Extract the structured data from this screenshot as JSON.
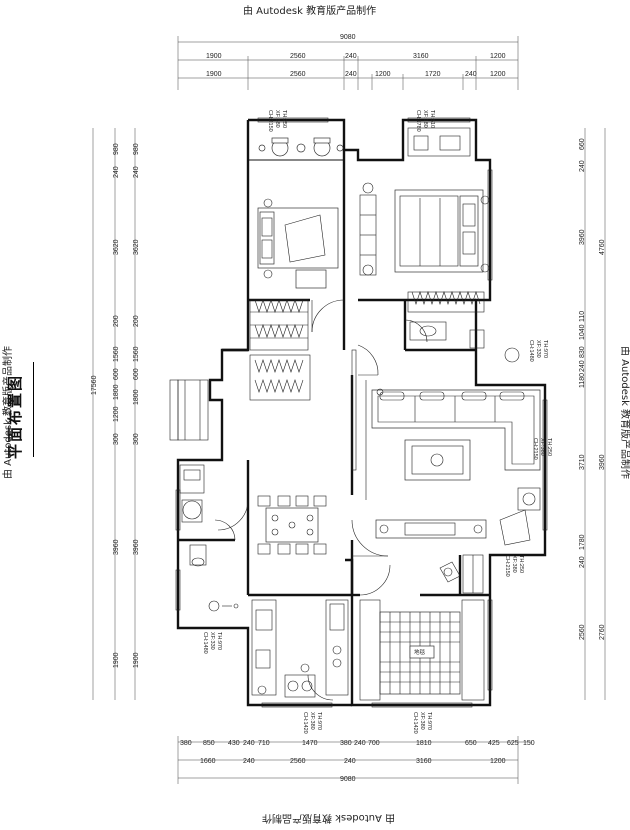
{
  "watermark": {
    "top": "由 Autodesk 教育版产品制作",
    "bottom": "由 Autodesk 教育版产品制作",
    "left": "由 Autodesk 教育版产品制作",
    "right": "由 Autodesk 教育版产品制作"
  },
  "drawing_title": "平面布置图",
  "dims": {
    "top_total": "9080",
    "top_row1": [
      "1900",
      "2560",
      "240",
      "3160",
      "1200"
    ],
    "top_row2": [
      "1900",
      "2560",
      "240",
      "1200",
      "1720",
      "240",
      "1200"
    ],
    "bottom_row1": [
      "380",
      "850",
      "430",
      "240",
      "710",
      "1470",
      "380",
      "240",
      "700",
      "1810",
      "650",
      "425",
      "625",
      "150"
    ],
    "bottom_row2": [
      "1660",
      "240",
      "2560",
      "240",
      "3160",
      "1200"
    ],
    "bottom_total": "9080",
    "left_outer": [
      "980",
      "240",
      "3620",
      "200",
      "1560",
      "600",
      "1800",
      "1200",
      "300",
      "3960",
      "1900"
    ],
    "left_inner": [
      "980",
      "240",
      "3620",
      "200",
      "1560",
      "600",
      "1800",
      "300",
      "3960",
      "1900"
    ],
    "left_total": "17560",
    "right_outer": [
      "4760",
      "3960",
      "2760"
    ],
    "right_inner": [
      "660",
      "240",
      "3960",
      "110",
      "1040",
      "830",
      "240",
      "1180",
      "3710",
      "1780",
      "240",
      "2560"
    ]
  },
  "room_labels": [
    [
      "TH:250",
      "XF:380",
      "CH:2150"
    ],
    [
      "TH:510",
      "XF:180",
      "CH:1780"
    ],
    [
      "TH:970",
      "XF:330",
      "CH:1480"
    ],
    [
      "TH:250",
      "XF:380",
      "CH:2150"
    ],
    [
      "TH:250",
      "XF:380",
      "CH:2150"
    ],
    [
      "TH:970",
      "XF:330",
      "CH:1480"
    ],
    [
      "TH:970",
      "XF:380",
      "CH:1420"
    ],
    [
      "TH:970",
      "XF:380",
      "CH:1420"
    ]
  ],
  "rug_label": "地毯",
  "icons": [
    "bed-icon",
    "sofa-icon",
    "dining-table-icon",
    "toilet-icon",
    "sink-icon",
    "armchair-icon",
    "plant-icon"
  ]
}
